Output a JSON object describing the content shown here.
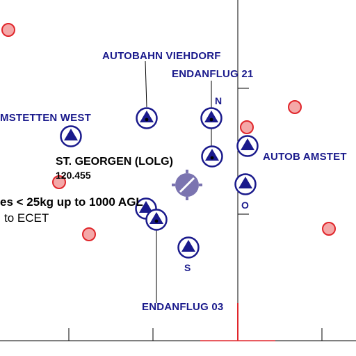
{
  "map": {
    "colors": {
      "reporting_point": "#1a1a8c",
      "obstacle_fill": "#f4a8a8",
      "obstacle_stroke": "#e0262b",
      "airport_symbol": "#7b74b0",
      "grid_line": "#000000",
      "runway_marker": "#e0262b",
      "background": "#ffffff"
    },
    "reporting_points": [
      {
        "label": "AUTOBAHN VIEHDORF"
      },
      {
        "label": "ENDANFLUG 21"
      },
      {
        "label": "MSTETTEN WEST"
      },
      {
        "label": "AUTOB AMSTET"
      },
      {
        "label": "ENDANFLUG 03"
      }
    ],
    "direction_labels": [
      "N",
      "O",
      "S"
    ],
    "airport": {
      "name": "ST. GEORGEN (LOLG)",
      "frequency": "120.455",
      "icon": "airfield-icon"
    },
    "note": {
      "main": "es < 25kg up to 1000 AGL",
      "sub": "to ECET"
    },
    "icons": {
      "reporting_point": "triangle-in-circle-icon",
      "obstacle": "obstacle-circle-icon"
    }
  }
}
